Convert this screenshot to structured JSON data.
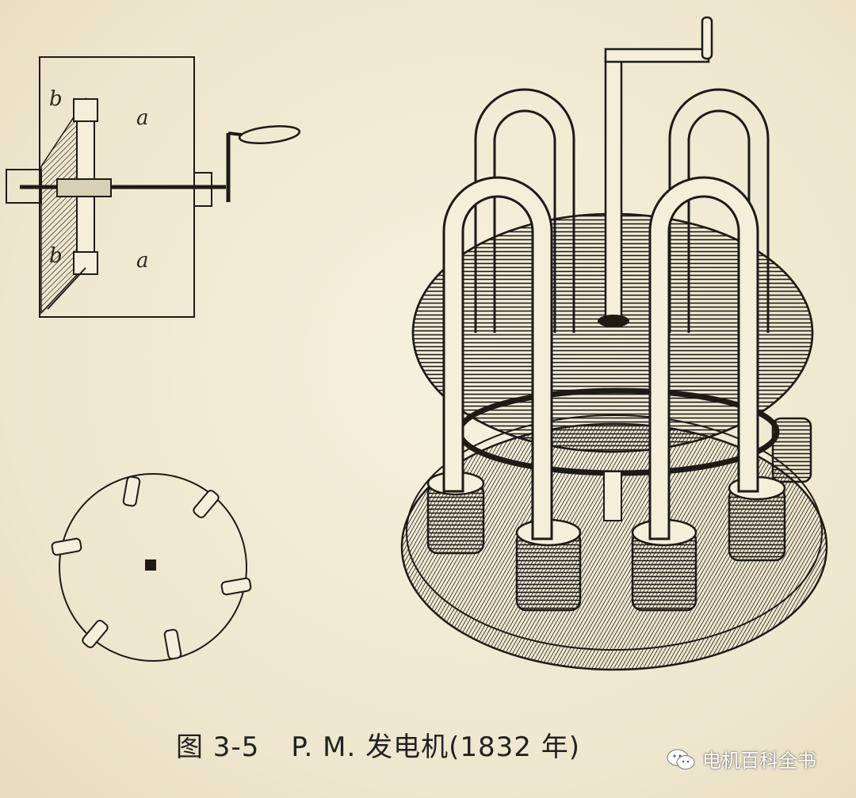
{
  "figure": {
    "labels": {
      "b_top": "b",
      "a_top": "a",
      "b_bottom": "b",
      "a_bottom": "a"
    },
    "caption": {
      "number": "图 3-5",
      "title": "P. M. 发电机(1832 年)"
    }
  },
  "watermark": {
    "text": "电机百科全书",
    "icon": "wechat-icon"
  },
  "colors": {
    "paper": "#f2ecd8",
    "ink": "#1e1a16"
  }
}
